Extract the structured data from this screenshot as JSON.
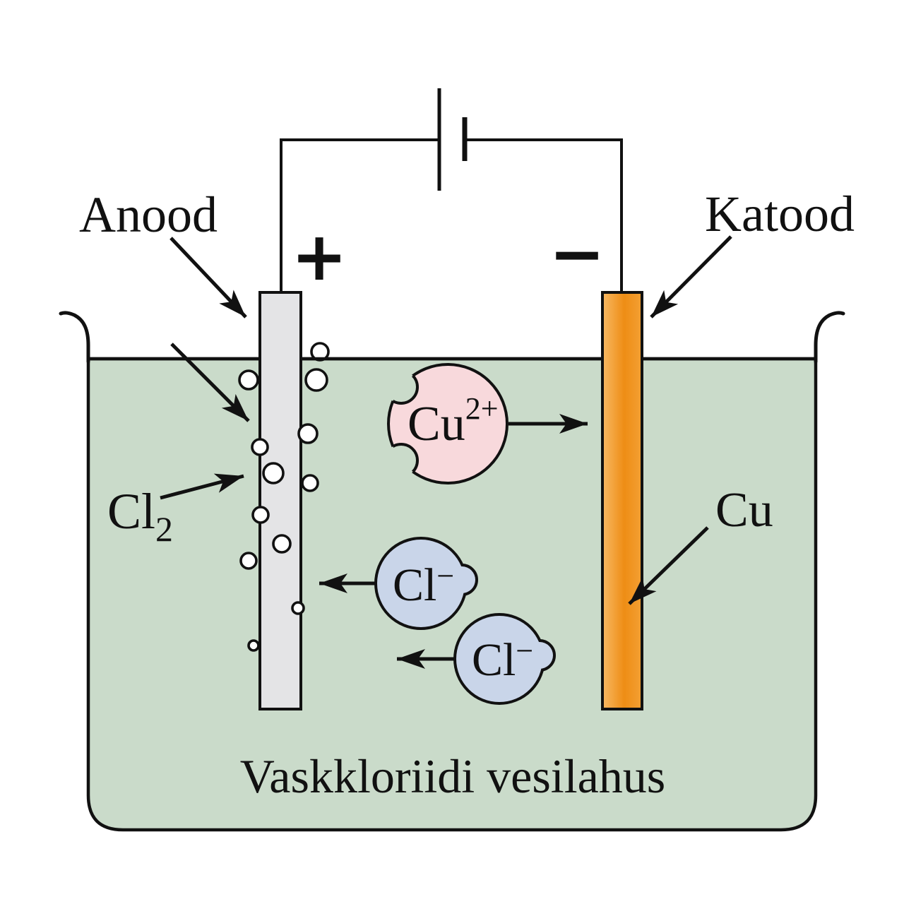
{
  "labels": {
    "anode": "Anood",
    "cathode": "Katood",
    "plus": "+",
    "minus": "−",
    "chlorine_gas": {
      "symbol": "Cl",
      "subscript": "2"
    },
    "copper_metal": "Cu",
    "solution": "Vaskkloriidi vesilahus"
  },
  "ions": {
    "copper": {
      "symbol": "Cu",
      "charge": "2+"
    },
    "chloride_a": {
      "symbol": "Cl",
      "charge": "−"
    },
    "chloride_b": {
      "symbol": "Cl",
      "charge": "−"
    }
  },
  "colors": {
    "solution_fill": "#cadbca",
    "anode_fill": "#e4e4e6",
    "cathode_light": "#f8b964",
    "cathode_dark": "#ee8d15",
    "cathode_mid": "#f3a034",
    "copper_ion_fill": "#f8d9dc",
    "chloride_ion_fill": "#c9d5e9",
    "outline": "#111111"
  }
}
